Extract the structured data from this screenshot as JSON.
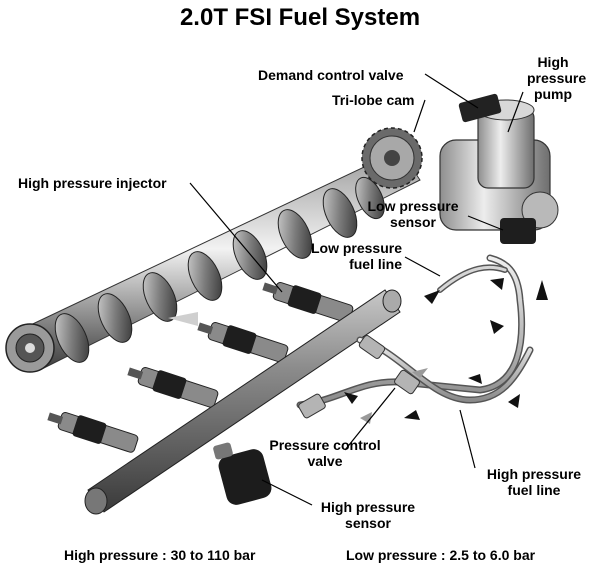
{
  "title": "2.0T FSI Fuel System",
  "labels": {
    "demand_control_valve": "Demand control valve",
    "high_pressure_pump_line1": "High",
    "high_pressure_pump_line2": "pressure",
    "high_pressure_pump_line3": "pump",
    "tri_lobe_cam": "Tri-lobe cam",
    "high_pressure_injector": "High pressure injector",
    "low_pressure_sensor_line1": "Low pressure",
    "low_pressure_sensor_line2": "sensor",
    "low_pressure_fuel_line_line1": "Low pressure",
    "low_pressure_fuel_line_line2": "fuel line",
    "pressure_control_valve_line1": "Pressure control",
    "pressure_control_valve_line2": "valve",
    "high_pressure_fuel_line_line1": "High pressure",
    "high_pressure_fuel_line_line2": "fuel line",
    "high_pressure_sensor_line1": "High pressure",
    "high_pressure_sensor_line2": "sensor"
  },
  "footer": {
    "high_pressure": "High pressure : 30 to 110 bar",
    "low_pressure": "Low pressure : 2.5 to 6.0 bar"
  }
}
